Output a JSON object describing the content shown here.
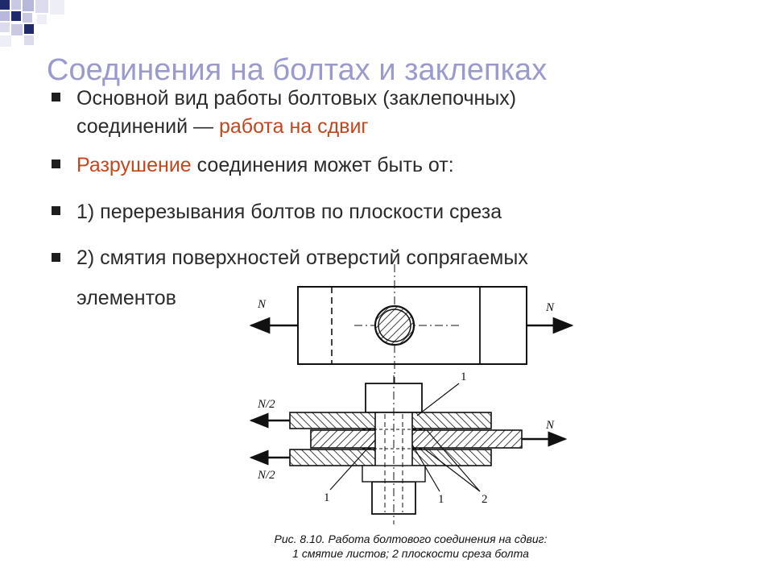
{
  "slide": {
    "title": "Соединения на болтах и заклепках",
    "bullets": [
      {
        "a": "Основной вид работы болтовых (заклепочных)",
        "b": "соединений — ",
        "c": "работа на сдвиг"
      },
      {
        "hl": "Разрушение",
        "rest": " соединения может быть от:"
      },
      {
        "text": "1)  перерезывания болтов по плоскости среза"
      },
      {
        "a": "2)  смятия поверхностей отверстий сопрягаемых",
        "b": "элементов"
      }
    ],
    "accent_color": "#c4461c",
    "title_color": "#9a9ad0"
  },
  "figure": {
    "labels": {
      "n_left": "N",
      "n_right": "N",
      "n_half_top": "N/2",
      "n_half_bottom": "N/2",
      "n_right_bottom": "N",
      "num1_top": "1",
      "num1_bottom": "1",
      "num2": "2"
    },
    "caption_line1": "Рис. 8.10. Работа болтового соединения на сдвиг:",
    "caption_line2": "1 смятие листов; 2 плоскости среза болта"
  }
}
